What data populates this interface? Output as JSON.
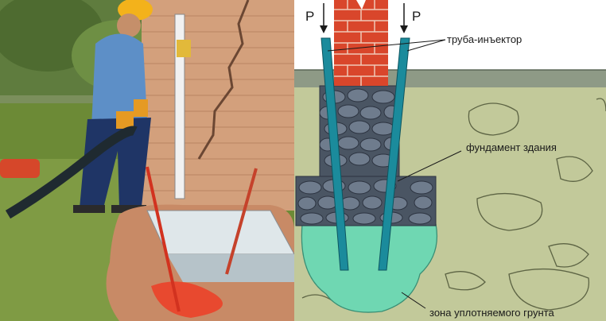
{
  "left_panel": {
    "scene": "worker-injecting-soil-next-to-brick-wall"
  },
  "right_panel": {
    "force_left": "P",
    "force_right": "P",
    "label_pipe": "труба-инъектор",
    "label_foundation": "фундамент здания",
    "label_zone": "зона уплотняемого грунта"
  },
  "colors": {
    "sky": "#ffffff",
    "brick": "#d9462b",
    "soil": "#c2c99a",
    "ground_strip": "#8e9a86",
    "stone": "#4a5563",
    "injector": "#1b8b9c",
    "zone": "#6fd7b2",
    "wall_photo": "#d3a07c",
    "grass": "#6c8a36"
  }
}
